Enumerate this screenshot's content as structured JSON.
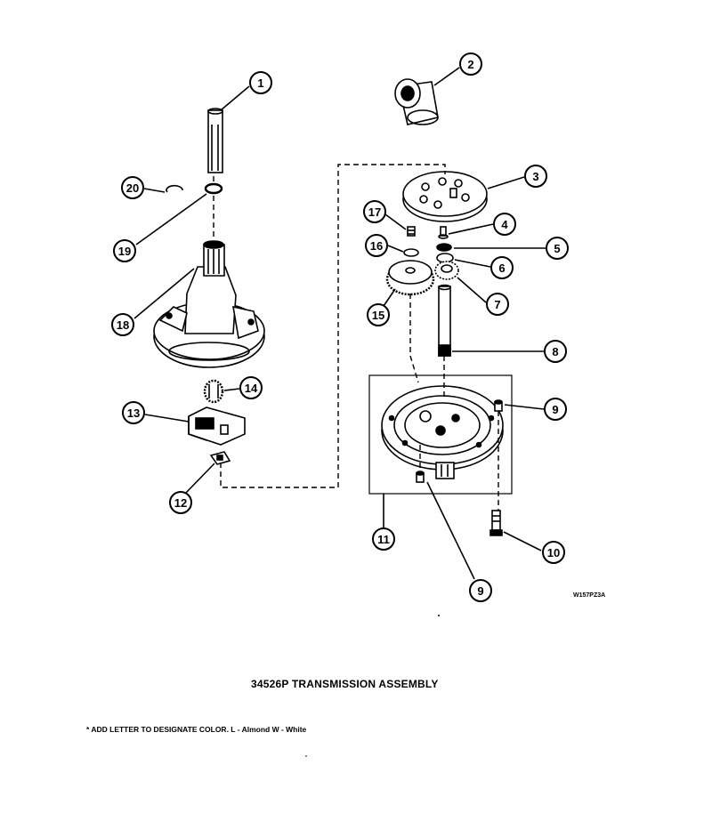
{
  "title": "34526P TRANSMISSION ASSEMBLY",
  "diagram_code": "W157PZ3A",
  "footnote": "* ADD LETTER TO DESIGNATE COLOR.  L - Almond  W - White",
  "callouts": [
    "1",
    "2",
    "3",
    "4",
    "5",
    "6",
    "7",
    "8",
    "9",
    "10",
    "11",
    "12",
    "13",
    "14",
    "15",
    "16",
    "17",
    "18",
    "19",
    "20",
    "9"
  ],
  "colors": {
    "ink": "#000000",
    "paper": "#ffffff"
  }
}
